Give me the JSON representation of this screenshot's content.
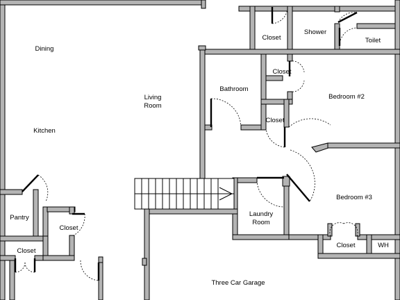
{
  "plan": {
    "rooms": {
      "dining": "Dining",
      "kitchen": "Kitchen",
      "living_1": "Living",
      "living_2": "Room",
      "pantry": "Pantry",
      "closet_kitchen": "Closet",
      "closet_lower_left": "Closet",
      "closet_top": "Closet",
      "shower": "Shower",
      "toilet": "Toilet",
      "closet_bath_upper": "Closet",
      "bathroom": "Bathroom",
      "closet_bath_lower": "Closet",
      "bedroom_2": "Bedroom #2",
      "laundry_1": "Laundry",
      "laundry_2": "Room",
      "bedroom_3": "Bedroom #3",
      "closet_bedroom3": "Closet",
      "wh": "WH",
      "garage": "Three Car Garage"
    }
  }
}
